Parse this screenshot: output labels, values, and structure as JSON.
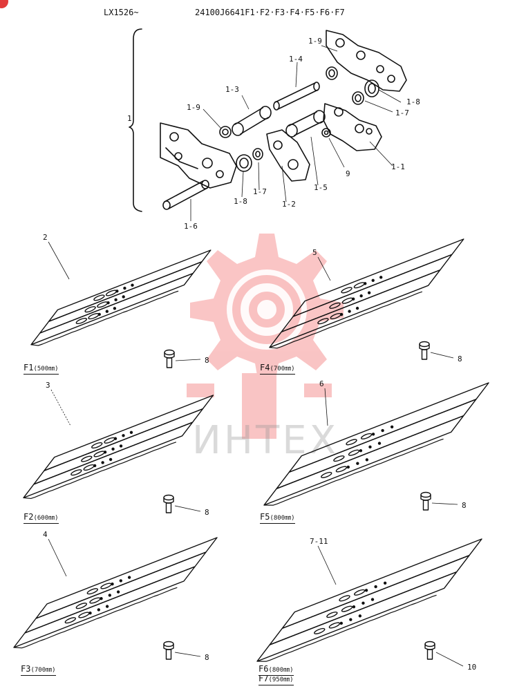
{
  "header": {
    "serial_range": "LX1526~",
    "part_code": "24100J6641F1·F2·F3·F4·F5·F6·F7"
  },
  "watermark": {
    "text": "ИНТЕХ",
    "color": "#f05a5a"
  },
  "assembly_labels": [
    "1",
    "1-1",
    "1-2",
    "1-3",
    "1-4",
    "1-5",
    "1-6",
    "1-7",
    "1-7",
    "1-8",
    "1-8",
    "1-9",
    "1-9",
    "9"
  ],
  "shoe_panels": [
    {
      "ref": "2",
      "caption": "F1",
      "width": "(500㎜)",
      "bolt_ref": "8"
    },
    {
      "ref": "5",
      "caption": "F4",
      "width": "(700㎜)",
      "bolt_ref": "8"
    },
    {
      "ref": "3",
      "caption": "F2",
      "width": "(600㎜)",
      "bolt_ref": "8"
    },
    {
      "ref": "6",
      "caption": "F5",
      "width": "(800㎜)",
      "bolt_ref": "8"
    },
    {
      "ref": "4",
      "caption": "F3",
      "width": "(700㎜)",
      "bolt_ref": "8"
    },
    {
      "ref": "7-11",
      "caption": "F6",
      "width": "(800㎜)",
      "caption2": "F7",
      "width2": "(950㎜)",
      "bolt_ref": "10"
    }
  ],
  "icons": {
    "watermark": "gear-logo-icon",
    "bolt": "bolt-icon",
    "chain_link": "track-link-icon",
    "pin": "track-pin-icon",
    "bushing": "bushing-icon",
    "seal": "seal-ring-icon"
  },
  "colors": {
    "ink": "#111111",
    "logo": "#f05a5a",
    "background": "#ffffff"
  }
}
